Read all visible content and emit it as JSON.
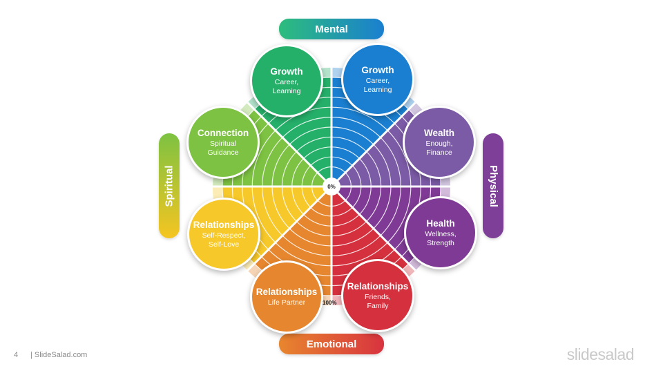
{
  "axes": {
    "top": {
      "label": "Mental",
      "from": "#2dbd7c",
      "to": "#1a7fd0"
    },
    "bottom": {
      "label": "Emotional",
      "from": "#e8862e",
      "to": "#d8333f"
    },
    "left": {
      "label": "Spiritual",
      "from": "#7dc242",
      "to": "#f5c521"
    },
    "right": {
      "label": "Physical",
      "color": "#7d3f98"
    }
  },
  "center_label": "0%",
  "outer_label": "100%",
  "segments": [
    {
      "title": "Growth",
      "subtitle": "Career,\nLearning",
      "color": "#1a7fd0"
    },
    {
      "title": "Wealth",
      "subtitle": "Enough,\nFinance",
      "color": "#7b5aa6"
    },
    {
      "title": "Health",
      "subtitle": "Wellness,\nStrength",
      "color": "#7e3a94"
    },
    {
      "title": "Relationships",
      "subtitle": "Friends,\nFamily",
      "color": "#d4303d"
    },
    {
      "title": "Relationships",
      "subtitle": "Life Partner",
      "color": "#e6862e"
    },
    {
      "title": "Relationships",
      "subtitle": "Self-Respect,\nSelf-Love",
      "color": "#f6c82a"
    },
    {
      "title": "Connection",
      "subtitle": "Spiritual\nGuidance",
      "color": "#7dc242"
    },
    {
      "title": "Growth",
      "subtitle": "Career,\nLearning",
      "color": "#25b06a"
    }
  ],
  "footer": {
    "page_number": "4",
    "site": "| SlideSalad.com",
    "logo": "slidesalad"
  }
}
